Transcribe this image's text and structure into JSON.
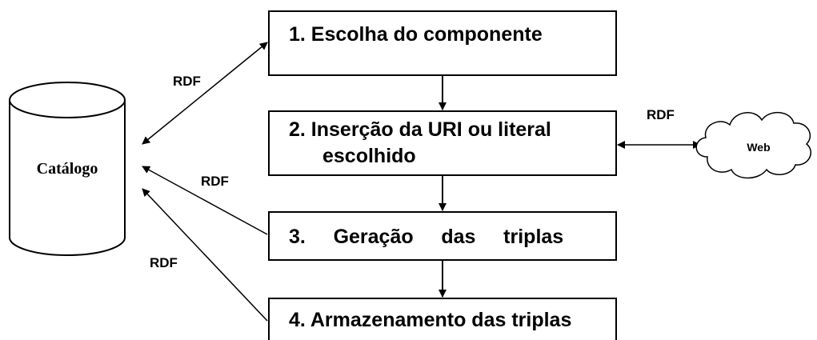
{
  "database": {
    "label": "Catálogo"
  },
  "cloud": {
    "label": "Web"
  },
  "steps": [
    {
      "lines": [
        "1. Escolha do componente"
      ]
    },
    {
      "lines": [
        "2. Inserção da URI ou literal",
        "escolhido"
      ]
    },
    {
      "lines": [
        "3.     Geração     das     triplas"
      ]
    },
    {
      "lines": [
        "4. Armazenamento das triplas"
      ]
    }
  ],
  "edge_labels": {
    "step1_catalog": "RDF",
    "step3_catalog": "RDF",
    "step4_catalog": "RDF",
    "step2_web": "RDF"
  }
}
